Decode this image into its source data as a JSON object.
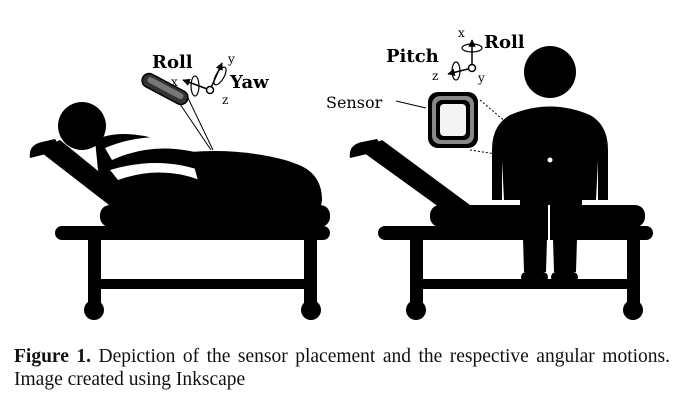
{
  "labels": {
    "left_roll": "Roll",
    "left_yaw": "Yaw",
    "left_axis_x": "x",
    "left_axis_y": "y",
    "left_axis_z": "z",
    "right_pitch": "Pitch",
    "right_roll": "Roll",
    "right_axis_x": "x",
    "right_axis_y": "y",
    "right_axis_z": "z",
    "sensor": "Sensor"
  },
  "caption": {
    "prefix": "Figure 1.",
    "text": " Depiction of the sensor placement and the respective angular motions. Image created using Inkscape"
  }
}
